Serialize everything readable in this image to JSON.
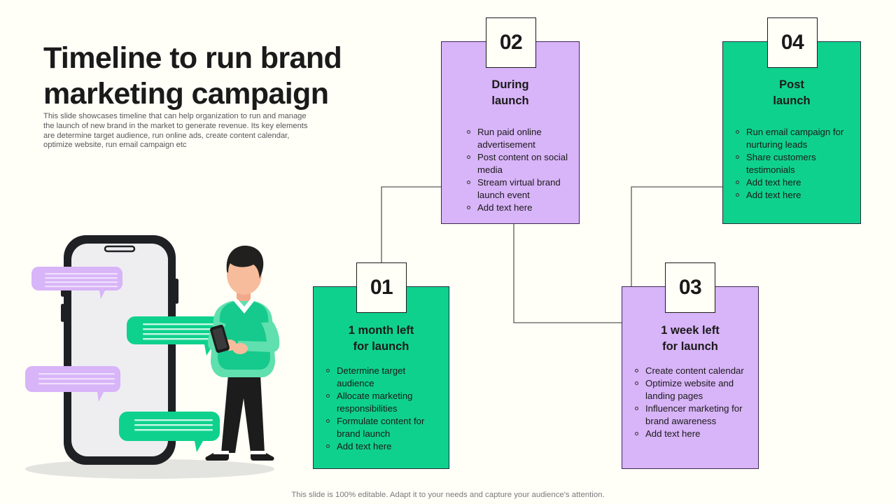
{
  "header": {
    "title": "Timeline to run brand marketing campaign",
    "subtitle": "This slide showcases timeline that can help organization to run and manage the launch of new brand in the market to generate revenue. Its key elements are determine target audience, run online ads, create content calendar, optimize website, run email campaign etc"
  },
  "colors": {
    "background": "#FFFEF7",
    "green": "#0FD18E",
    "purple": "#D8B4F8",
    "ink": "#1A1A1A",
    "line": "#5B5B5B",
    "subtitle": "#57575B",
    "footer": "#7A7A7E"
  },
  "cards": [
    {
      "number": "01",
      "title": "1 month left\nfor launch",
      "title_line1": "1 month left",
      "title_line2": "for launch",
      "theme": "green",
      "bullets": [
        "Determine target audience",
        "Allocate marketing responsibilities",
        "Formulate content for brand launch",
        "Add text here"
      ]
    },
    {
      "number": "02",
      "title": "During\nlaunch",
      "title_line1": "During",
      "title_line2": "launch",
      "theme": "purple",
      "bullets": [
        "Run paid online advertisement",
        "Post content on social media",
        "Stream virtual brand launch event",
        "Add text here"
      ]
    },
    {
      "number": "03",
      "title": "1 week left\nfor launch",
      "title_line1": "1 week left",
      "title_line2": "for launch",
      "theme": "purple",
      "bullets": [
        "Create content calendar",
        "Optimize website and landing pages",
        "Influencer marketing for brand awareness",
        "Add text here"
      ]
    },
    {
      "number": "04",
      "title": "Post\nlaunch",
      "title_line1": "Post",
      "title_line2": "launch",
      "theme": "green",
      "bullets": [
        "Run email campaign for nurturing leads",
        "Share customers testimonials",
        "Add text here",
        "Add text here"
      ]
    }
  ],
  "illustration": {
    "name": "smartphone-chat-person-illustration",
    "elements": [
      "smartphone-icon",
      "chat-bubble-purple-1",
      "chat-bubble-green-1",
      "chat-bubble-purple-2",
      "chat-bubble-green-2",
      "person-with-phone-icon"
    ]
  },
  "footer": {
    "note": "This slide is 100% editable. Adapt it to your needs and capture your audience's attention."
  }
}
